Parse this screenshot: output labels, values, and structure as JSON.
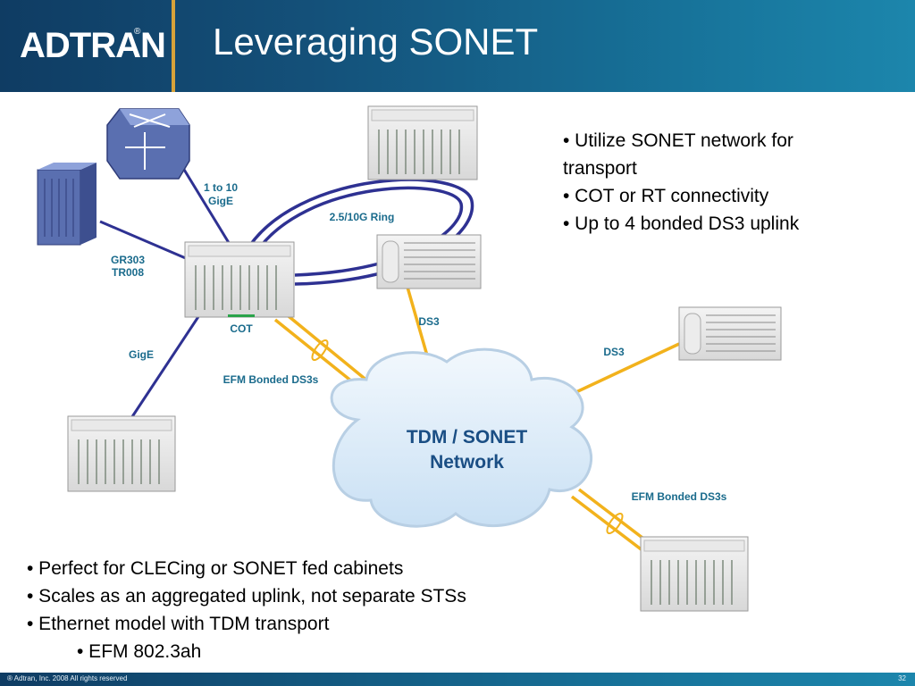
{
  "header": {
    "logo": "ADTRAN",
    "title": "Leveraging SONET"
  },
  "labels": {
    "link_1to10": "1 to 10",
    "link_gige_top": "GigE",
    "ring": "2.5/10G Ring",
    "gr303": "GR303",
    "tr008": "TR008",
    "cot": "COT",
    "gige_left": "GigE",
    "efm_left": "EFM Bonded DS3s",
    "ds3_mid": "DS3",
    "ds3_right": "DS3",
    "efm_right": "EFM Bonded DS3s",
    "cloud_line1": "TDM / SONET",
    "cloud_line2": "Network"
  },
  "bullets_top": [
    "• Utilize SONET network for",
    "transport",
    "• COT or RT connectivity",
    "• Up to 4 bonded DS3 uplink"
  ],
  "bullets_bottom": [
    "• Perfect for CLECing or SONET fed cabinets",
    "• Scales as an aggregated uplink, not separate STSs",
    "• Ethernet model with TDM transport",
    "• EFM 802.3ah"
  ],
  "footer": {
    "copyright": "® Adtran, Inc. 2008 All rights reserved",
    "page": "32"
  },
  "colors": {
    "header_dark": "#0f3c63",
    "accent_gold": "#d6a23a",
    "label_teal": "#1a6b8c",
    "ring_line": "#2e3192",
    "ds3_line": "#f2b21c",
    "cloud_fill": "#dfeefa"
  }
}
